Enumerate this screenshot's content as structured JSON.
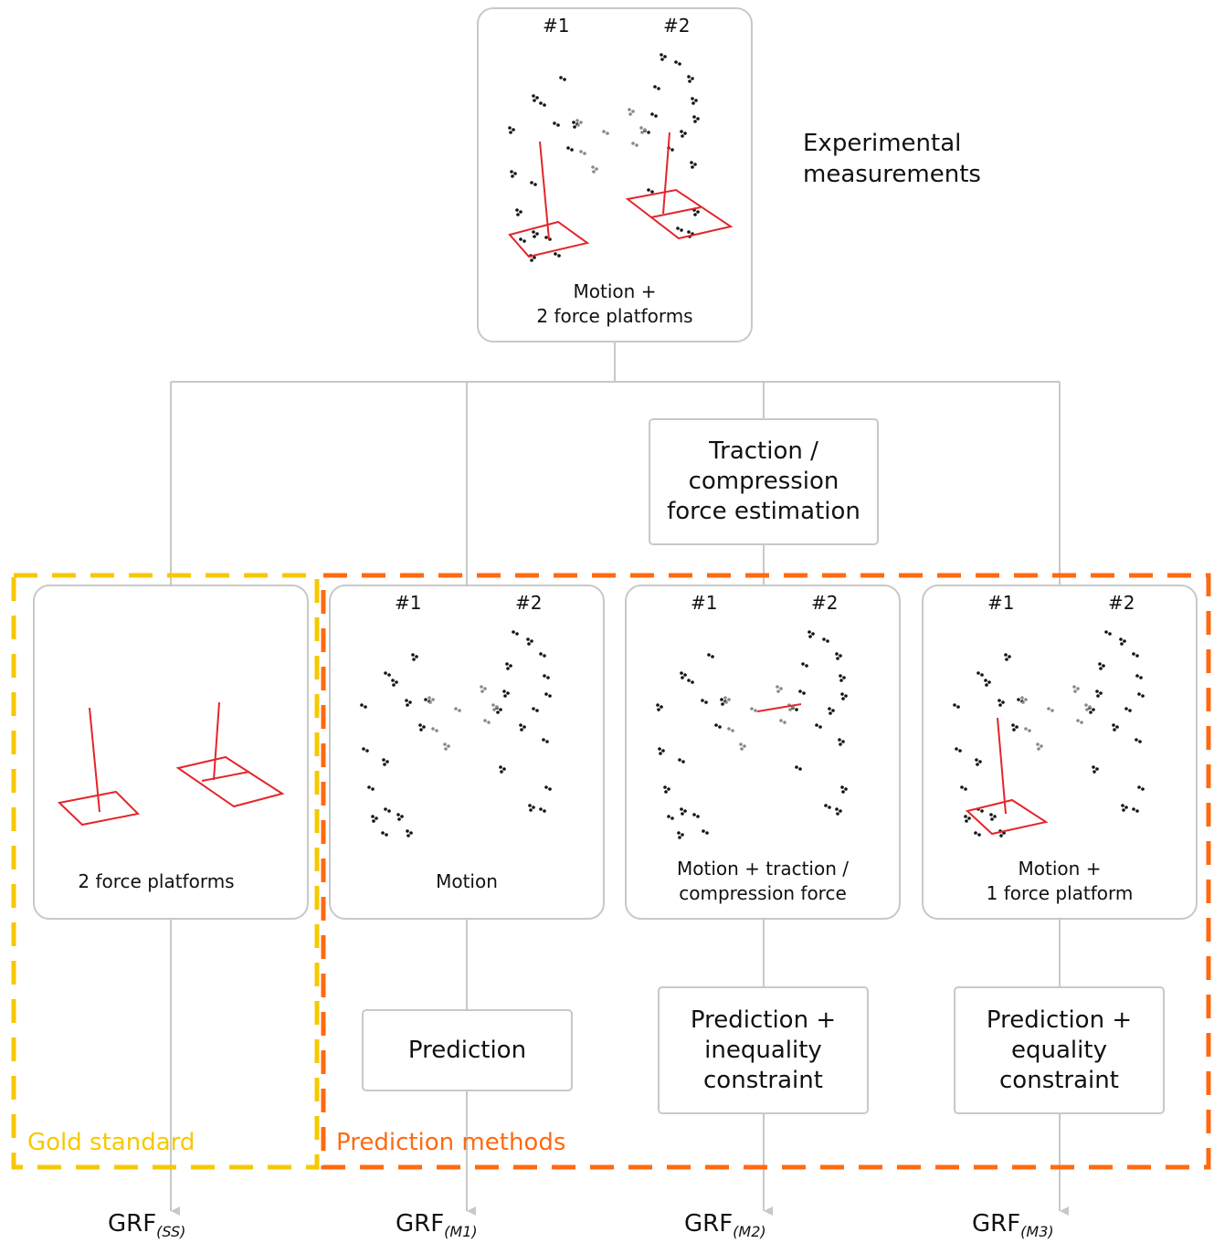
{
  "top": {
    "label_line1": "Motion +",
    "label_line2": "2 force platforms",
    "subject1": "#1",
    "subject2": "#2",
    "side_line1": "Experimental",
    "side_line2": "measurements"
  },
  "traction": {
    "line1": "Traction /",
    "line2": "compression",
    "line3": "force estimation"
  },
  "columns": [
    {
      "label": "2 force platforms",
      "subject1": "",
      "subject2": "",
      "grf_main": "GRF",
      "grf_sub": "(SS)"
    },
    {
      "label": "Motion",
      "subject1": "#1",
      "subject2": "#2",
      "grf_main": "GRF",
      "grf_sub": "(M1)"
    },
    {
      "label_line1": "Motion + traction /",
      "label_line2": "compression force",
      "subject1": "#1",
      "subject2": "#2",
      "grf_main": "GRF",
      "grf_sub": "(M2)"
    },
    {
      "label_line1": "Motion +",
      "label_line2": "1 force platform",
      "subject1": "#1",
      "subject2": "#2",
      "grf_main": "GRF",
      "grf_sub": "(M3)"
    }
  ],
  "methods": {
    "m1": "Prediction",
    "m2_line1": "Prediction +",
    "m2_line2": "inequality",
    "m2_line3": "constraint",
    "m3_line1": "Prediction +",
    "m3_line2": "equality",
    "m3_line3": "constraint"
  },
  "regions": {
    "gold": "Gold standard",
    "prediction": "Prediction methods"
  },
  "colors": {
    "connector": "#c8c8c8",
    "force": "#e3262b",
    "gold": "#f7c800",
    "prediction": "#ff6a10",
    "marker": "#111111",
    "marker_light": "#888888"
  }
}
